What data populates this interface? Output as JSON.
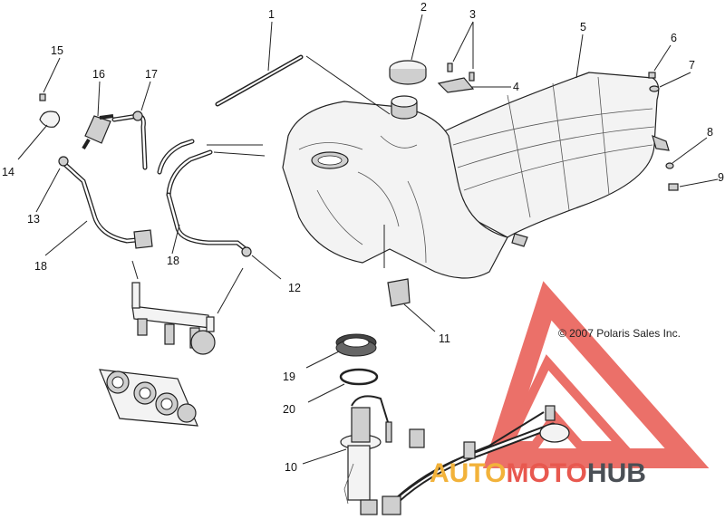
{
  "callouts": [
    "1",
    "2",
    "3",
    "4",
    "5",
    "6",
    "7",
    "8",
    "9",
    "10",
    "11",
    "12",
    "13",
    "14",
    "15",
    "16",
    "17",
    "18",
    "18",
    "19",
    "20"
  ],
  "copyright": "© 2007 Polaris Sales Inc.",
  "watermark": {
    "part1": "AUTO",
    "part2": "MOTO",
    "part3": "HUB",
    "colors": {
      "auto": "#f2b23a",
      "moto": "#e8584f",
      "hub": "#4a4f55",
      "triangle": "#e8584f"
    }
  }
}
